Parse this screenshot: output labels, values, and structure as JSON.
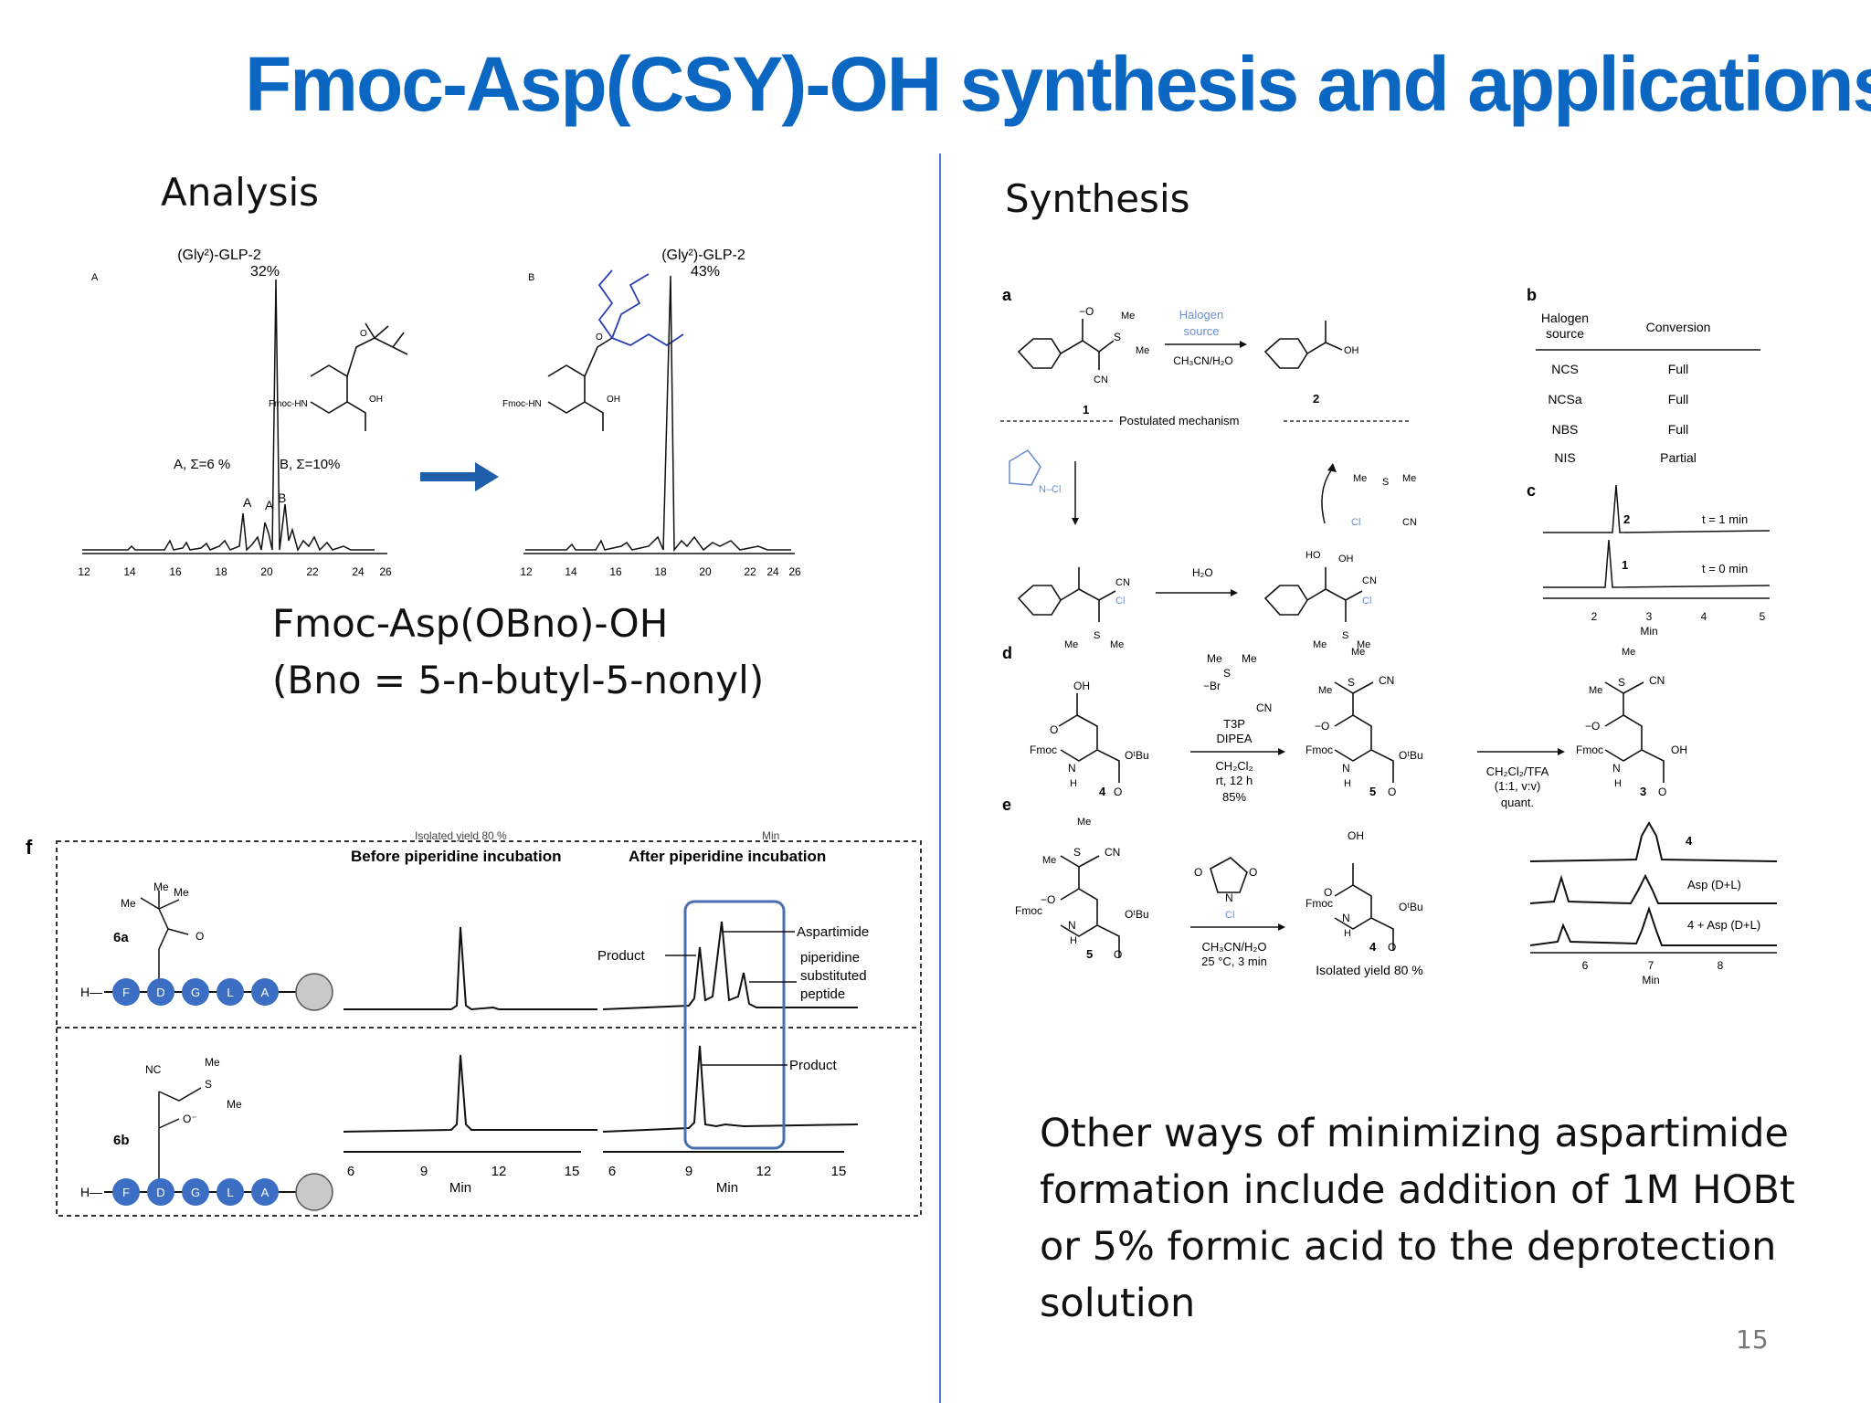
{
  "title": "Fmoc-Asp(CSY)-OH synthesis and applications",
  "analysis": {
    "heading": "Analysis",
    "panel_a": {
      "letter": "A",
      "peak_label": "(Gly²)-GLP-2",
      "peak_percent": "32%",
      "sum_a": "A, Σ=6 %",
      "sum_b": "B, Σ=10%",
      "peak_a1": "A",
      "peak_a2": "A",
      "peak_b": "B",
      "struct_label": "Fmoc-HN",
      "oh_label": "OH",
      "o_label": "O",
      "ticks": [
        "12",
        "14",
        "16",
        "18",
        "20",
        "22",
        "24",
        "26"
      ]
    },
    "panel_b": {
      "letter": "B",
      "peak_label": "(Gly²)-GLP-2",
      "peak_percent": "43%",
      "struct_label": "Fmoc-HN",
      "oh_label": "OH",
      "o_label": "O",
      "ticks": [
        "12",
        "14",
        "16",
        "18",
        "20",
        "22",
        "24",
        "26"
      ]
    },
    "compound_line1": "Fmoc-Asp(OBno)-OH",
    "compound_line2": "(Bno = 5-n-butyl-5-nonyl)"
  },
  "synthesis": {
    "heading": "Synthesis",
    "a": {
      "letter": "a",
      "reagent_line1": "Halogen",
      "reagent_line2": "source",
      "solvent": "CH₃CN/H₂O",
      "compound1": "1",
      "compound2": "2",
      "mechanism": "Postulated mechanism",
      "water": "H₂O",
      "me": "Me",
      "cn": "CN",
      "cl": "Cl",
      "s": "S",
      "oh": "OH",
      "ho": "HO",
      "ncl": "N–Cl"
    },
    "b": {
      "letter": "b",
      "col1": [
        "Halogen",
        "source"
      ],
      "col2": "Conversion",
      "rows": [
        {
          "source": "NCS",
          "conversion": "Full"
        },
        {
          "source": "NCSa",
          "conversion": "Full"
        },
        {
          "source": "NBS",
          "conversion": "Full"
        },
        {
          "source": "NIS",
          "conversion": "Partial"
        }
      ]
    },
    "c": {
      "letter": "c",
      "trace_top_peak": "2",
      "trace_top_label": "t = 1 min",
      "trace_bottom_peak": "1",
      "trace_bottom_label": "t = 0 min",
      "ticks": [
        "2",
        "3",
        "4",
        "5"
      ],
      "axis": "Min"
    },
    "d": {
      "letter": "d",
      "reagents": [
        "T3P",
        "DIPEA"
      ],
      "conditions": [
        "CH₂Cl₂",
        "rt, 12 h",
        "85%"
      ],
      "br": "−Br",
      "compound4": "4",
      "compound5": "5",
      "compound3": "3",
      "deprotect": [
        "CH₂Cl₂/TFA",
        "(1:1, v:v)",
        "quant."
      ],
      "fmoc": "Fmoc",
      "nh": "N",
      "h": "H",
      "otbu": "OᵗBu",
      "oh": "OH",
      "o": "O",
      "minus_o": "−O",
      "me": "Me",
      "s": "S",
      "cn": "CN"
    },
    "e": {
      "letter": "e",
      "conditions": [
        "CH₃CN/H₂O",
        "25 °C, 3 min"
      ],
      "compound5": "5",
      "compound4": "4",
      "yield": "Isolated yield 80 %",
      "traces": [
        "4",
        "Asp (D+L)",
        "4 + Asp (D+L)"
      ],
      "ticks": [
        "6",
        "7",
        "8"
      ],
      "axis": "Min",
      "fmoc": "Fmoc",
      "nh": "N",
      "h": "H",
      "otbu": "OᵗBu",
      "oh": "OH",
      "o": "O",
      "minus_o": "−O",
      "me": "Me",
      "s": "S",
      "cn": "CN",
      "cl": "Cl",
      "n": "N"
    },
    "other_ways": "Other ways of minimizing aspartimide formation include addition of 1M HOBt or 5% formic acid to the deprotection solution"
  },
  "panel_f": {
    "letter": "f",
    "top_cut_left": "Isolated yield 80 %",
    "top_cut_right": "Min",
    "before": "Before piperidine incubation",
    "after": "After piperidine incubation",
    "label_6a": "6a",
    "label_6b": "6b",
    "beads": [
      "F",
      "D",
      "G",
      "L",
      "A"
    ],
    "h_label": "H—",
    "product": "Product",
    "aspartimide": "Aspartimide",
    "piperidine": [
      "piperidine",
      "substituted",
      "peptide"
    ],
    "product2": "Product",
    "ticks": [
      "6",
      "9",
      "12",
      "15"
    ],
    "axis": "Min",
    "me": "Me",
    "nc": "NC",
    "s": "S",
    "o": "O",
    "minus_o": "O⁻"
  },
  "page_number": "15"
}
